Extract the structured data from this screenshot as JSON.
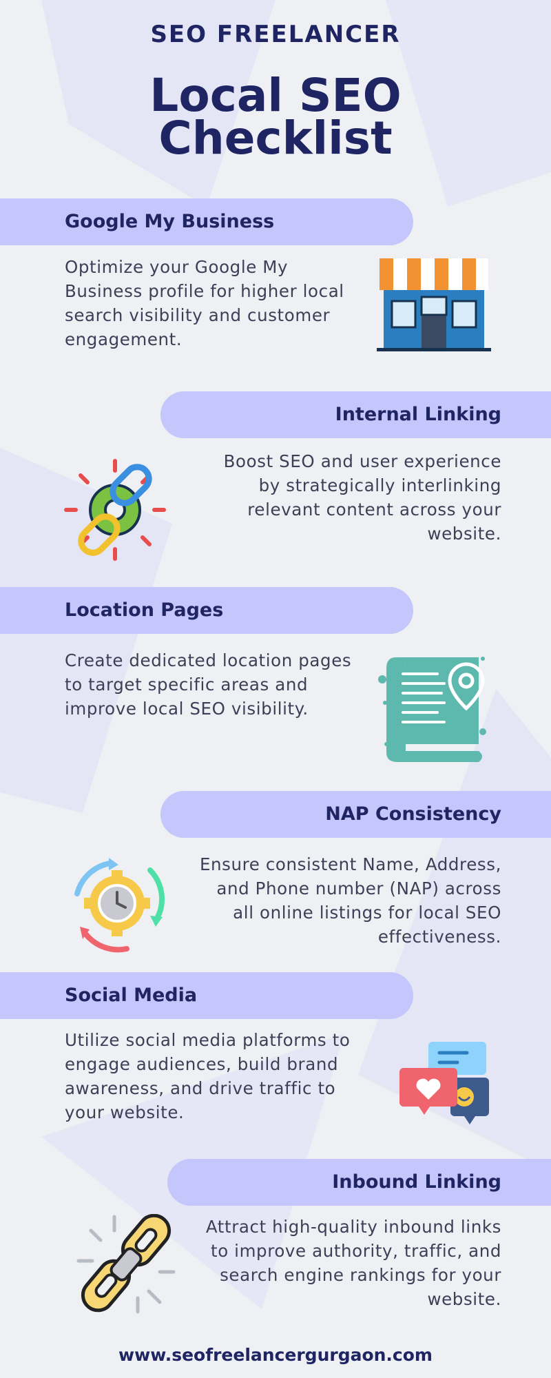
{
  "header": {
    "brand": "SEO FREELANCER",
    "title": "Local SEO Checklist"
  },
  "sections": [
    {
      "title": "Google My Business",
      "description": "Optimize your Google My Business profile for higher local search visibility and customer engagement.",
      "icon": "storefront-icon"
    },
    {
      "title": "Internal Linking",
      "description": "Boost SEO and user experience by strategically interlinking relevant content across your website.",
      "icon": "chain-gear-icon"
    },
    {
      "title": "Location Pages",
      "description": "Create dedicated location pages to target specific areas and improve local SEO visibility.",
      "icon": "location-document-icon"
    },
    {
      "title": "NAP Consistency",
      "description": "Ensure consistent Name, Address, and Phone number (NAP) across all online listings for local SEO effectiveness.",
      "icon": "clock-gear-cycle-icon"
    },
    {
      "title": "Social Media",
      "description": "Utilize social media platforms to engage audiences, build brand awareness, and drive traffic to your website.",
      "icon": "chat-bubbles-icon"
    },
    {
      "title": "Inbound Linking",
      "description": "Attract high-quality inbound links to improve authority, traffic, and search engine rankings for your website.",
      "icon": "chain-link-icon"
    }
  ],
  "footer": {
    "url": "www.seofreelancergurgaon.com"
  },
  "colors": {
    "background": "#eef0f4",
    "band": "#c5c6fb",
    "heading": "#1f2463",
    "body_text": "#3d3f57"
  }
}
